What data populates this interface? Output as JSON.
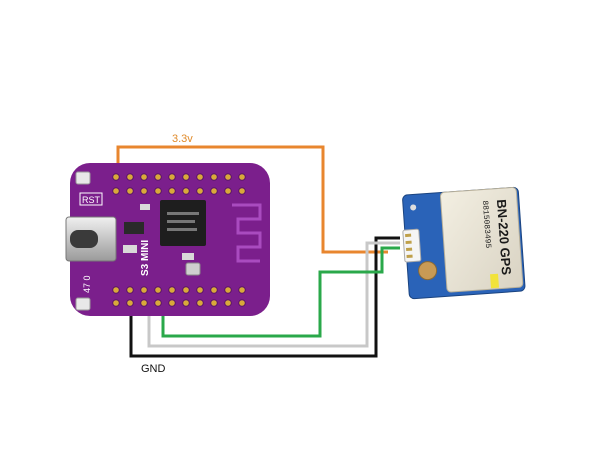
{
  "diagram": {
    "wire_labels": {
      "power": "3.3v",
      "ground": "GND"
    },
    "mcu_board": {
      "silkscreen_reset": "RST",
      "silkscreen_model": "S3 MINI",
      "silkscreen_pins": "47 0",
      "color": "#7b1f8c"
    },
    "gps_module": {
      "model": "BN-220 GPS",
      "serial": "8815083495"
    },
    "wire_colors": {
      "power": "#e8862e",
      "ground": "#111111",
      "signal_gray": "#c8c8c8",
      "signal_green": "#2aa84a"
    }
  }
}
